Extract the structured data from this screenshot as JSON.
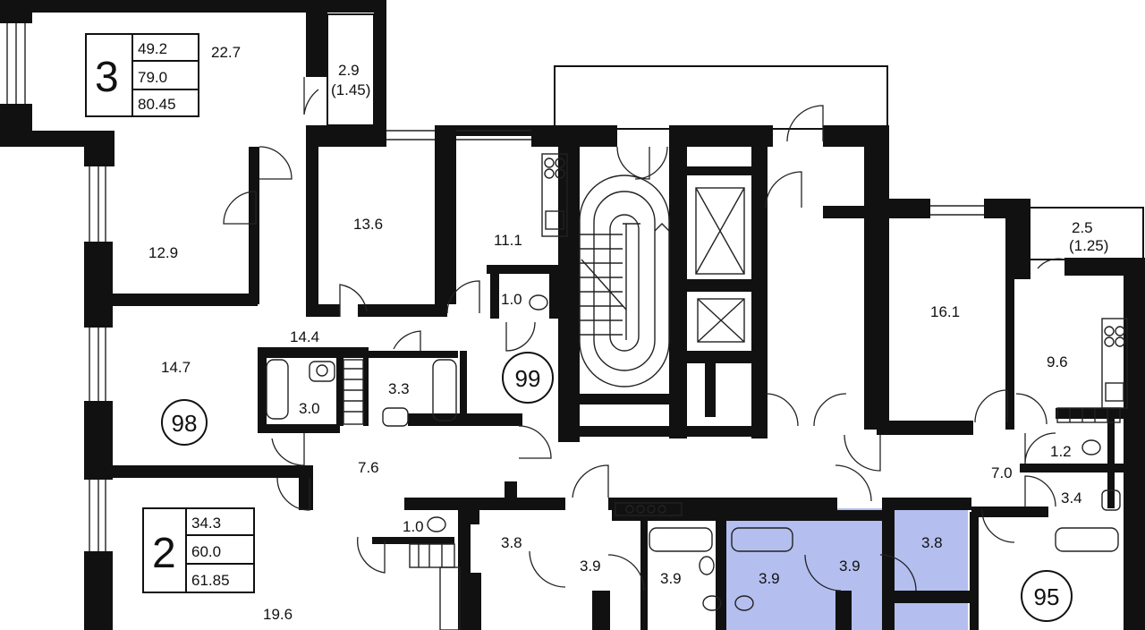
{
  "plan": {
    "highlight_color": "#b4bfef",
    "wall_color": "#111111",
    "apartments": [
      {
        "number": "98",
        "room_count": "",
        "areas": [
          "",
          "",
          ""
        ]
      },
      {
        "number": "99",
        "room_count": "",
        "areas": [
          "",
          "",
          ""
        ]
      },
      {
        "number": "95",
        "room_count": "",
        "areas": [
          "",
          "",
          ""
        ]
      },
      {
        "number": "",
        "room_count": "3",
        "areas": [
          "49.2",
          "79.0",
          "80.45"
        ]
      },
      {
        "number": "",
        "room_count": "2",
        "areas": [
          "34.3",
          "60.0",
          "61.85"
        ]
      }
    ],
    "rooms": [
      "22.7",
      "2.9",
      "(1.45)",
      "13.6",
      "11.1",
      "12.9",
      "1.0",
      "14.4",
      "14.7",
      "3.0",
      "3.3",
      "7.6",
      "1.0",
      "16.1",
      "2.5",
      "(1.25)",
      "9.6",
      "1.2",
      "7.0",
      "3.4",
      "3.8",
      "3.9",
      "3.9",
      "3.9",
      "3.9",
      "3.8",
      "19.6"
    ]
  }
}
